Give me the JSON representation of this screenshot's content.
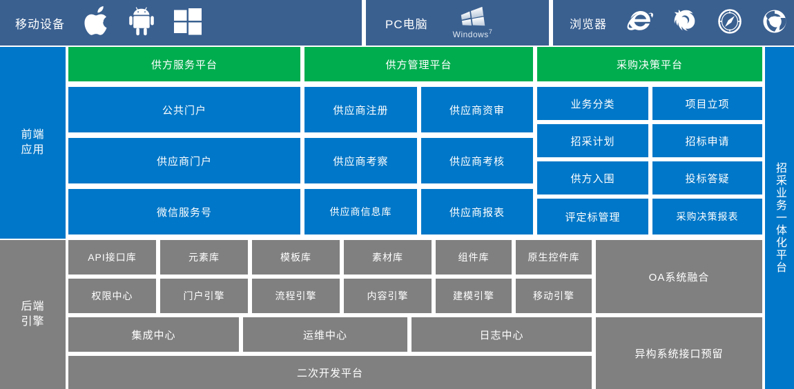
{
  "topbar": {
    "mobile": {
      "label": "移动设备",
      "icons": [
        "apple-icon",
        "android-icon",
        "windows-icon"
      ]
    },
    "pc": {
      "label": "PC电脑",
      "icons": [
        "windows7-icon"
      ],
      "windows7_caption": "Windows",
      "windows7_sup": "7"
    },
    "browser": {
      "label": "浏览器",
      "icons": [
        "internet-explorer-icon",
        "firefox-icon",
        "safari-icon",
        "chrome-icon"
      ]
    }
  },
  "rails": {
    "front": "前端\n应用",
    "front_line1": "前端",
    "front_line2": "应用",
    "back_line1": "后端",
    "back_line2": "引擎",
    "right_vertical": "招采业务一体化平台"
  },
  "front": {
    "platforms": [
      {
        "label": "供方服务平台"
      },
      {
        "label": "供方管理平台"
      },
      {
        "label": "采购决策平台"
      }
    ],
    "col_a": [
      {
        "label": "公共门户"
      },
      {
        "label": "供应商门户"
      },
      {
        "label": "微信服务号"
      }
    ],
    "col_b": [
      {
        "label": "供应商注册"
      },
      {
        "label": "供应商资审"
      },
      {
        "label": "供应商考察"
      },
      {
        "label": "供应商考核"
      },
      {
        "label": "供应商信息库"
      },
      {
        "label": "供应商报表"
      }
    ],
    "col_c": [
      {
        "label": "业务分类"
      },
      {
        "label": "项目立项"
      },
      {
        "label": "招采计划"
      },
      {
        "label": "招标申请"
      },
      {
        "label": "供方入围"
      },
      {
        "label": "投标答疑"
      },
      {
        "label": "评定标管理"
      },
      {
        "label": "采购决策报表"
      }
    ]
  },
  "back": {
    "row1": [
      {
        "label": "API接口库"
      },
      {
        "label": "元素库"
      },
      {
        "label": "模板库"
      },
      {
        "label": "素材库"
      },
      {
        "label": "组件库"
      },
      {
        "label": "原生控件库"
      }
    ],
    "row2": [
      {
        "label": "权限中心"
      },
      {
        "label": "门户引擎"
      },
      {
        "label": "流程引擎"
      },
      {
        "label": "内容引擎"
      },
      {
        "label": "建模引擎"
      },
      {
        "label": "移动引擎"
      }
    ],
    "row3": [
      {
        "label": "集成中心"
      },
      {
        "label": "运维中心"
      },
      {
        "label": "日志中心"
      }
    ],
    "row4": [
      {
        "label": "二次开发平台"
      }
    ],
    "side": [
      {
        "label": "OA系统融合"
      },
      {
        "label": "异构系统接口预留"
      }
    ]
  },
  "colors": {
    "topbar": "#3a6090",
    "blue": "#0077c8",
    "green": "#00ad4e",
    "gray": "#808080",
    "white": "#ffffff"
  }
}
